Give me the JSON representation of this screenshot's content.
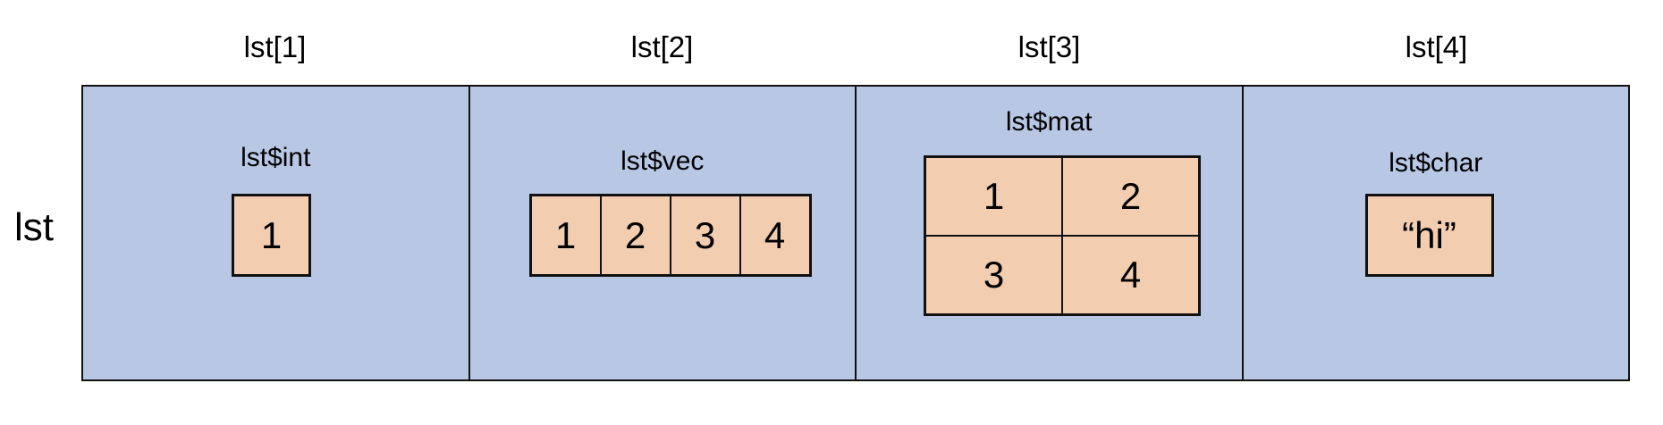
{
  "colors": {
    "container": "#b8c7e4",
    "element": "#f2cdb0",
    "border": "#111111"
  },
  "list_name": "lst",
  "columns": [
    {
      "index_label": "lst[1]",
      "name": "lst$int",
      "shape": [
        1,
        1
      ],
      "values": [
        "1"
      ]
    },
    {
      "index_label": "lst[2]",
      "name": "lst$vec",
      "shape": [
        1,
        4
      ],
      "values": [
        "1",
        "2",
        "3",
        "4"
      ]
    },
    {
      "index_label": "lst[3]",
      "name": "lst$mat",
      "shape": [
        2,
        2
      ],
      "values": [
        "1",
        "2",
        "3",
        "4"
      ]
    },
    {
      "index_label": "lst[4]",
      "name": "lst$char",
      "shape": [
        1,
        1
      ],
      "values": [
        "“hi”"
      ]
    }
  ]
}
